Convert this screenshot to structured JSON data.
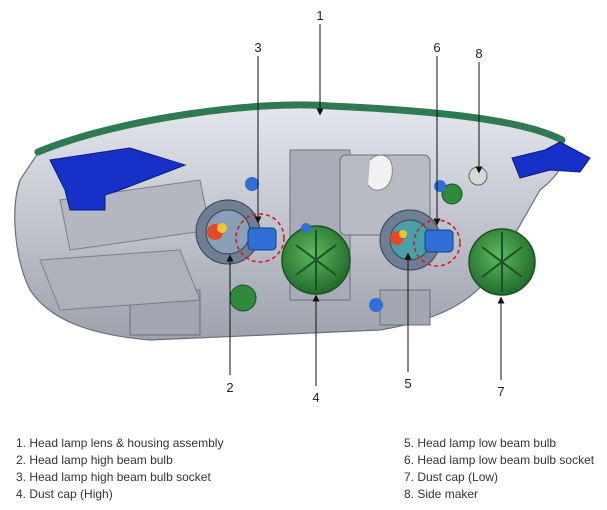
{
  "callouts": {
    "c1": "1",
    "c2": "2",
    "c3": "3",
    "c4": "4",
    "c5": "5",
    "c6": "6",
    "c7": "7",
    "c8": "8"
  },
  "legend": {
    "left": [
      "1. Head lamp lens & housing assembly",
      "2. Head lamp high beam bulb",
      "3. Head lamp high beam bulb socket",
      "4. Dust cap (High)"
    ],
    "right": [
      "5. Head lamp low beam bulb",
      "6. Head lamp low beam bulb socket",
      "7. Dust cap (Low)",
      "8. Side maker"
    ]
  },
  "colors": {
    "housing": "#c8cad2",
    "lens_edge": "#2f7a52",
    "bracket": "#1630c8",
    "dust_cap": "#2e8b3e",
    "bulb_socket": "#2f6fd6",
    "highlight_circle": "#d02020"
  }
}
